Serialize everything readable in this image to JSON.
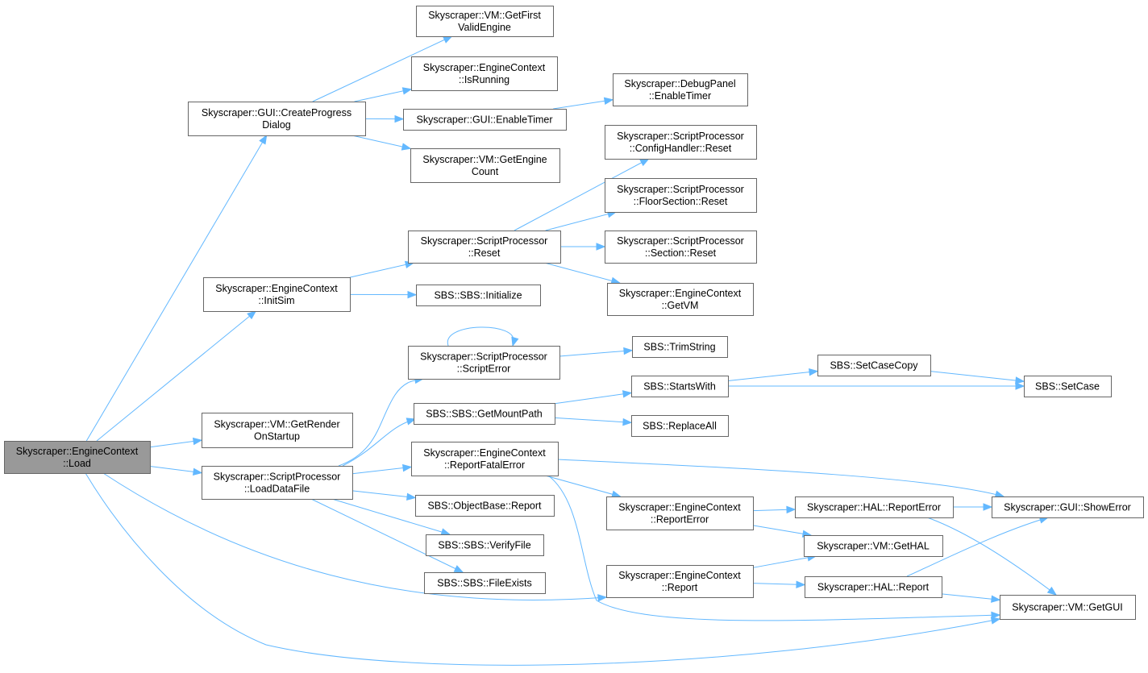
{
  "colors": {
    "edge": "#63b8ff",
    "node_border": "#666666",
    "root_fill": "#999999",
    "node_fill": "#ffffff"
  },
  "nodes": [
    {
      "id": "load",
      "lines": [
        "Skyscraper::EngineContext",
        "::Load"
      ],
      "root": true
    },
    {
      "id": "createprogress",
      "lines": [
        "Skyscraper::GUI::CreateProgress",
        "Dialog"
      ]
    },
    {
      "id": "getfirstvalid",
      "lines": [
        "Skyscraper::VM::GetFirst",
        "ValidEngine"
      ]
    },
    {
      "id": "isrunning",
      "lines": [
        "Skyscraper::EngineContext",
        "::IsRunning"
      ]
    },
    {
      "id": "gui_enabletimer",
      "lines": [
        "Skyscraper::GUI::EnableTimer"
      ]
    },
    {
      "id": "debug_enabletimer",
      "lines": [
        "Skyscraper::DebugPanel",
        "::EnableTimer"
      ]
    },
    {
      "id": "getenginecount",
      "lines": [
        "Skyscraper::VM::GetEngine",
        "Count"
      ]
    },
    {
      "id": "configreset",
      "lines": [
        "Skyscraper::ScriptProcessor",
        "::ConfigHandler::Reset"
      ]
    },
    {
      "id": "floorreset",
      "lines": [
        "Skyscraper::ScriptProcessor",
        "::FloorSection::Reset"
      ]
    },
    {
      "id": "spreset",
      "lines": [
        "Skyscraper::ScriptProcessor",
        "::Reset"
      ]
    },
    {
      "id": "sectionreset",
      "lines": [
        "Skyscraper::ScriptProcessor",
        "::Section::Reset"
      ]
    },
    {
      "id": "initsim",
      "lines": [
        "Skyscraper::EngineContext",
        "::InitSim"
      ]
    },
    {
      "id": "getvm",
      "lines": [
        "Skyscraper::EngineContext",
        "::GetVM"
      ]
    },
    {
      "id": "sbsinit",
      "lines": [
        "SBS::SBS::Initialize"
      ]
    },
    {
      "id": "scripterror",
      "lines": [
        "Skyscraper::ScriptProcessor",
        "::ScriptError"
      ]
    },
    {
      "id": "trimstring",
      "lines": [
        "SBS::TrimString"
      ]
    },
    {
      "id": "setcasecopy",
      "lines": [
        "SBS::SetCaseCopy"
      ]
    },
    {
      "id": "startswith",
      "lines": [
        "SBS::StartsWith"
      ]
    },
    {
      "id": "setcase",
      "lines": [
        "SBS::SetCase"
      ]
    },
    {
      "id": "getmountpath",
      "lines": [
        "SBS::SBS::GetMountPath"
      ]
    },
    {
      "id": "replaceall",
      "lines": [
        "SBS::ReplaceAll"
      ]
    },
    {
      "id": "getrender",
      "lines": [
        "Skyscraper::VM::GetRender",
        "OnStartup"
      ]
    },
    {
      "id": "reportfatal",
      "lines": [
        "Skyscraper::EngineContext",
        "::ReportFatalError"
      ]
    },
    {
      "id": "loaddatafile",
      "lines": [
        "Skyscraper::ScriptProcessor",
        "::LoadDataFile"
      ]
    },
    {
      "id": "objreport",
      "lines": [
        "SBS::ObjectBase::Report"
      ]
    },
    {
      "id": "ecreporterror",
      "lines": [
        "Skyscraper::EngineContext",
        "::ReportError"
      ]
    },
    {
      "id": "halreporterror",
      "lines": [
        "Skyscraper::HAL::ReportError"
      ]
    },
    {
      "id": "showerror",
      "lines": [
        "Skyscraper::GUI::ShowError"
      ]
    },
    {
      "id": "verifyfile",
      "lines": [
        "SBS::SBS::VerifyFile"
      ]
    },
    {
      "id": "gethal",
      "lines": [
        "Skyscraper::VM::GetHAL"
      ]
    },
    {
      "id": "fileexists",
      "lines": [
        "SBS::SBS::FileExists"
      ]
    },
    {
      "id": "ecreport",
      "lines": [
        "Skyscraper::EngineContext",
        "::Report"
      ]
    },
    {
      "id": "halreport",
      "lines": [
        "Skyscraper::HAL::Report"
      ]
    },
    {
      "id": "getgui",
      "lines": [
        "Skyscraper::VM::GetGUI"
      ]
    }
  ],
  "edges": [
    [
      "load",
      "createprogress"
    ],
    [
      "load",
      "initsim"
    ],
    [
      "load",
      "getrender"
    ],
    [
      "load",
      "loaddatafile"
    ],
    [
      "load",
      "ecreport"
    ],
    [
      "load",
      "getgui"
    ],
    [
      "createprogress",
      "getfirstvalid"
    ],
    [
      "createprogress",
      "isrunning"
    ],
    [
      "createprogress",
      "gui_enabletimer"
    ],
    [
      "createprogress",
      "getenginecount"
    ],
    [
      "gui_enabletimer",
      "debug_enabletimer"
    ],
    [
      "initsim",
      "spreset"
    ],
    [
      "initsim",
      "sbsinit"
    ],
    [
      "spreset",
      "configreset"
    ],
    [
      "spreset",
      "floorreset"
    ],
    [
      "spreset",
      "sectionreset"
    ],
    [
      "spreset",
      "getvm"
    ],
    [
      "scripterror",
      "scripterror"
    ],
    [
      "scripterror",
      "trimstring"
    ],
    [
      "getmountpath",
      "startswith"
    ],
    [
      "getmountpath",
      "replaceall"
    ],
    [
      "startswith",
      "setcasecopy"
    ],
    [
      "startswith",
      "setcase"
    ],
    [
      "setcasecopy",
      "setcase"
    ],
    [
      "loaddatafile",
      "scripterror"
    ],
    [
      "loaddatafile",
      "getmountpath"
    ],
    [
      "loaddatafile",
      "reportfatal"
    ],
    [
      "loaddatafile",
      "objreport"
    ],
    [
      "loaddatafile",
      "verifyfile"
    ],
    [
      "loaddatafile",
      "fileexists"
    ],
    [
      "reportfatal",
      "showerror"
    ],
    [
      "reportfatal",
      "ecreporterror"
    ],
    [
      "reportfatal",
      "getgui"
    ],
    [
      "ecreporterror",
      "halreporterror"
    ],
    [
      "ecreporterror",
      "gethal"
    ],
    [
      "halreporterror",
      "showerror"
    ],
    [
      "halreporterror",
      "getgui"
    ],
    [
      "ecreport",
      "gethal"
    ],
    [
      "ecreport",
      "halreport"
    ],
    [
      "halreport",
      "showerror"
    ],
    [
      "halreport",
      "getgui"
    ]
  ]
}
